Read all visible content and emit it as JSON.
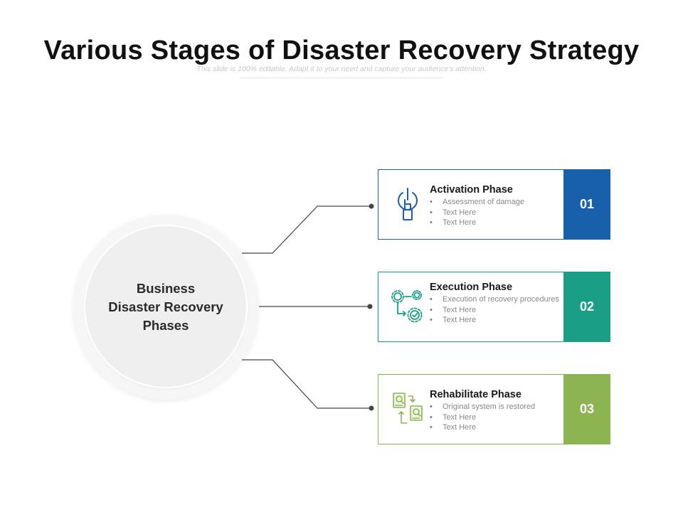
{
  "header": {
    "title": "Various Stages of Disaster Recovery Strategy",
    "subtitle": "This slide is 100% editable. Adapt it to your need and capture your audience's attention."
  },
  "center": {
    "lines": [
      "Business",
      "Disaster Recovery",
      "Phases"
    ]
  },
  "phases": [
    {
      "number": "01",
      "title": "Activation Phase",
      "bullets": [
        "Assessment of damage",
        "Text Here",
        "Text Here"
      ],
      "color": "#1860aa",
      "icon": "hand-power-icon"
    },
    {
      "number": "02",
      "title": "Execution Phase",
      "bullets": [
        "Execution of recovery procedures",
        "Text Here",
        "Text Here"
      ],
      "color": "#1a9e86",
      "icon": "gears-process-icon"
    },
    {
      "number": "03",
      "title": "Rehabilitate Phase",
      "bullets": [
        "Original system is restored",
        "Text Here",
        "Text Here"
      ],
      "color": "#8cb552",
      "icon": "documents-exchange-icon"
    }
  ]
}
